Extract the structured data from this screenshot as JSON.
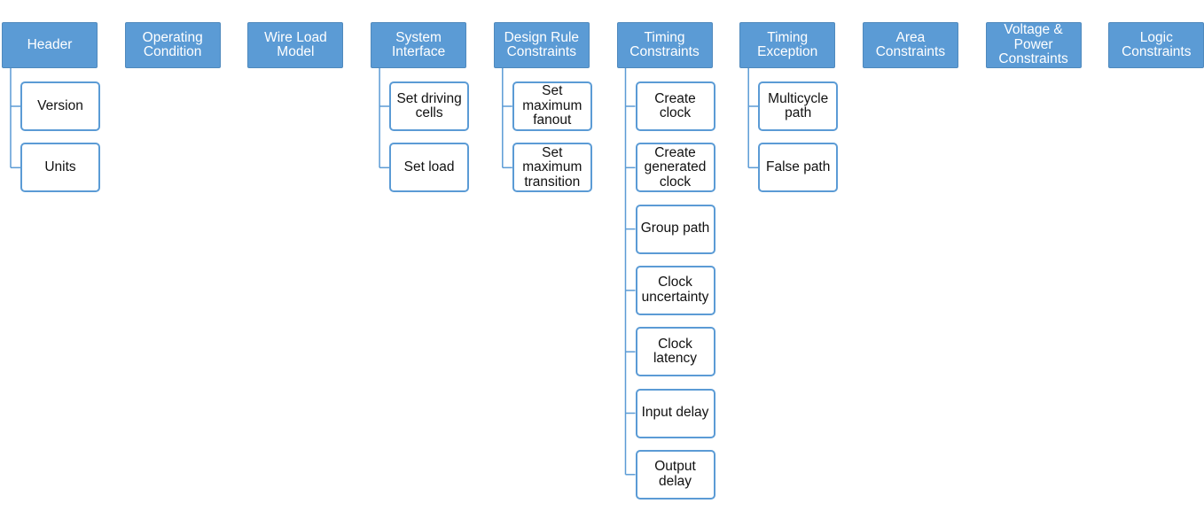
{
  "colors": {
    "category_fill": "#5b9bd5",
    "category_text": "#ffffff",
    "item_border": "#5b9bd5",
    "item_fill": "#ffffff",
    "connector": "#5b9bd5"
  },
  "categories": [
    {
      "label": "Header",
      "items": [
        "Version",
        "Units"
      ]
    },
    {
      "label": "Operating\nCondition",
      "items": []
    },
    {
      "label": "Wire Load\nModel",
      "items": []
    },
    {
      "label": "System\nInterface",
      "items": [
        "Set driving\ncells",
        "Set load"
      ]
    },
    {
      "label": "Design Rule\nConstraints",
      "items": [
        "Set\nmaximum\nfanout",
        "Set\nmaximum\ntransition"
      ]
    },
    {
      "label": "Timing\nConstraints",
      "items": [
        "Create\nclock",
        "Create\ngenerated\nclock",
        "Group path",
        "Clock\nuncertainty",
        "Clock\nlatency",
        "Input delay",
        "Output\ndelay"
      ]
    },
    {
      "label": "Timing\nException",
      "items": [
        "Multicycle\npath",
        "False path"
      ]
    },
    {
      "label": "Area\nConstraints",
      "items": []
    },
    {
      "label": "Voltage &\nPower\nConstraints",
      "items": []
    },
    {
      "label": "Logic\nConstraints",
      "items": []
    }
  ]
}
